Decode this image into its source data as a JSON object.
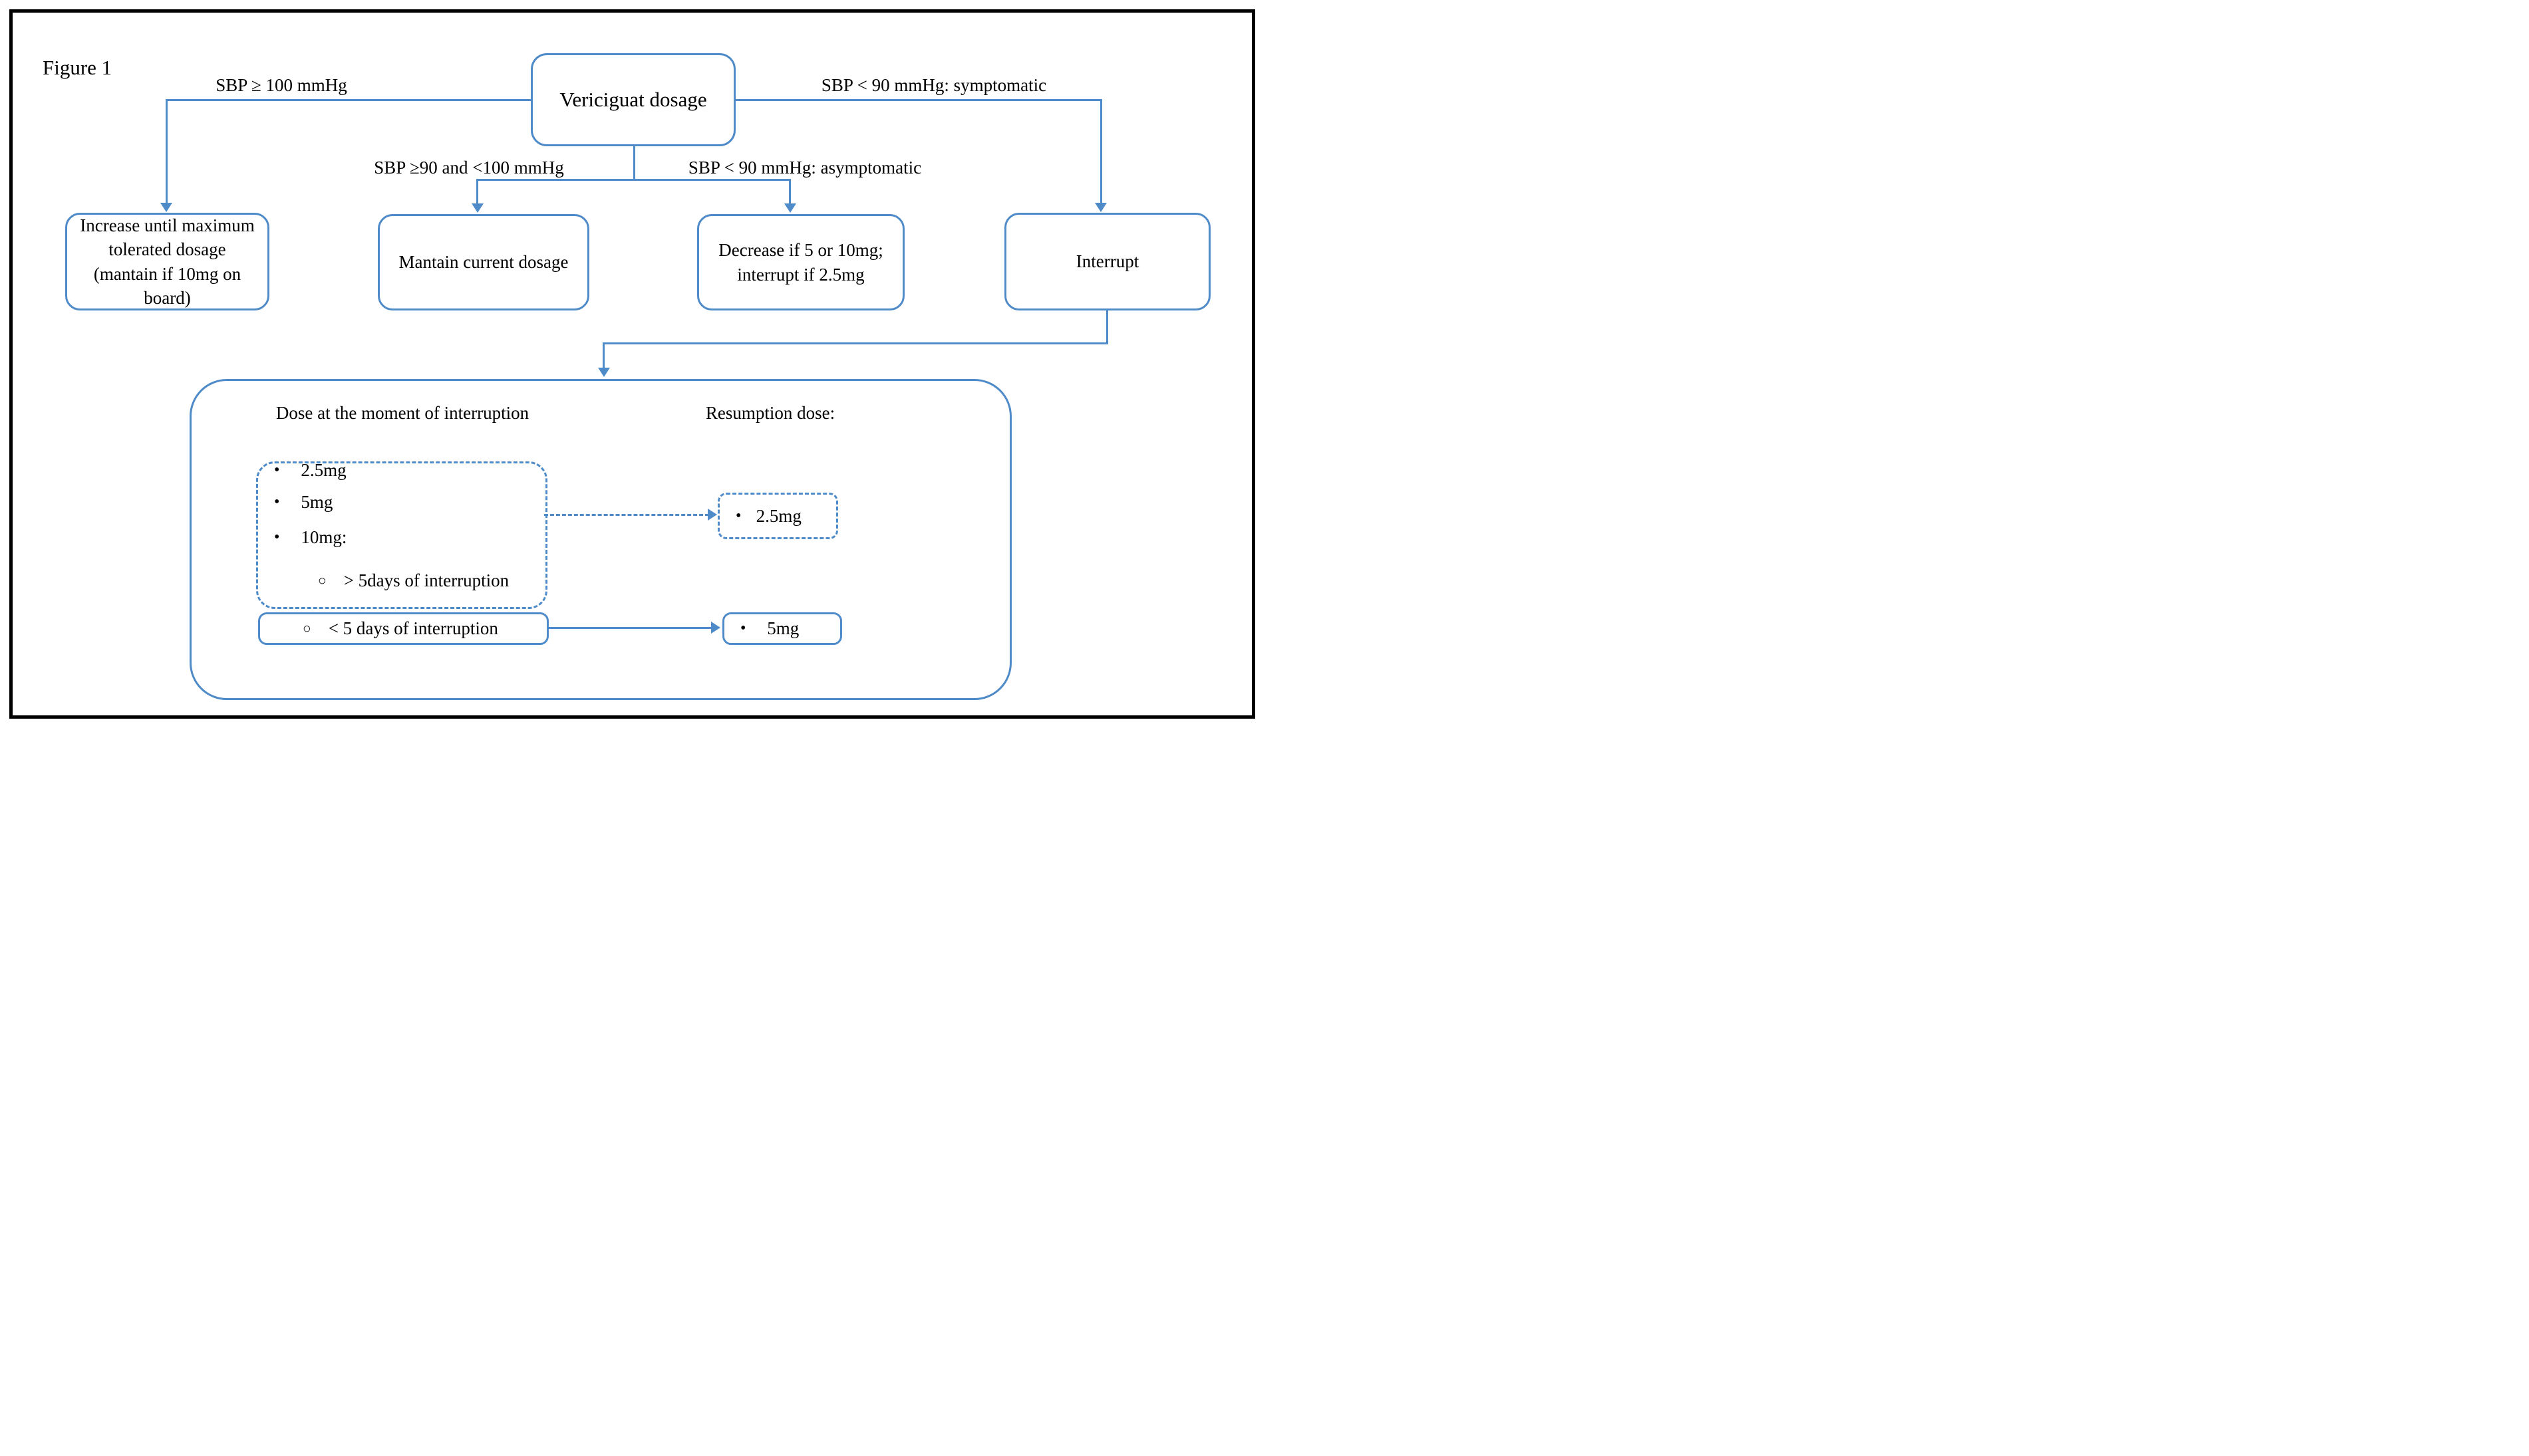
{
  "figure_label": "Figure 1",
  "colors": {
    "blue": "#4e8bc8",
    "frame_black": "#000000"
  },
  "flowchart": {
    "root_label": "Vericiguat dosage",
    "branches": [
      {
        "condition": "SBP ≥ 100 mmHg",
        "action": "Increase until maximum tolerated dosage (mantain if 10mg on board)"
      },
      {
        "condition": "SBP ≥90 and <100 mmHg",
        "action": "Mantain current dosage"
      },
      {
        "condition": "SBP < 90 mmHg: asymptomatic",
        "action": "Decrease if 5 or 10mg; interrupt if 2.5mg"
      },
      {
        "condition": "SBP < 90 mmHg: symptomatic",
        "action": "Interrupt"
      }
    ]
  },
  "interruption_panel": {
    "left_header": "Dose at the moment of interruption",
    "right_header": "Resumption dose:",
    "interruption_doses": [
      "2.5mg",
      "5mg",
      "10mg:"
    ],
    "long_interruption_option": "> 5days of interruption",
    "short_interruption_option": "< 5 days of interruption",
    "resumption_dose_long": "2.5mg",
    "resumption_dose_short": "5mg"
  },
  "icons": {
    "bullet": "•",
    "circle_bullet": "○"
  }
}
